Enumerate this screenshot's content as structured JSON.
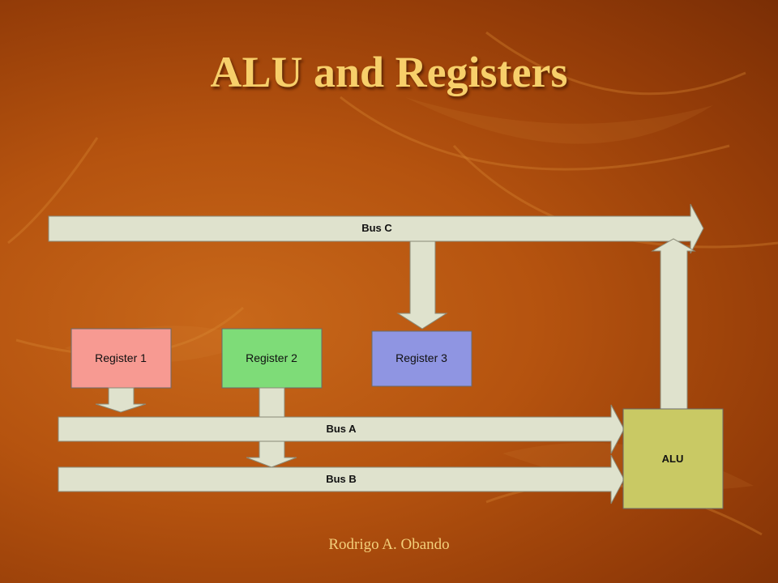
{
  "slide": {
    "title": "ALU and Registers",
    "footer": "Rodrigo A. Obando"
  },
  "diagram": {
    "bus_c": "Bus C",
    "bus_a": "Bus A",
    "bus_b": "Bus B",
    "alu": "ALU",
    "registers": [
      {
        "label": "Register 1",
        "color": "#f79a92"
      },
      {
        "label": "Register 2",
        "color": "#7edc78"
      },
      {
        "label": "Register 3",
        "color": "#8f95e2"
      }
    ],
    "colors": {
      "bus_fill": "#dfe2cd",
      "alu_fill": "#c9c964",
      "title": "#f7cf6a"
    }
  }
}
